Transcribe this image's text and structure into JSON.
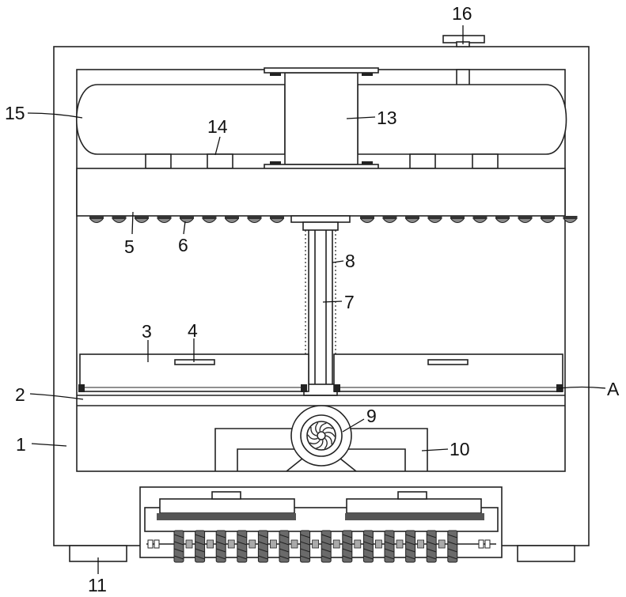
{
  "labels": {
    "l1": "1",
    "l2": "2",
    "l3": "3",
    "l4": "4",
    "l5": "5",
    "l6": "6",
    "l7": "7",
    "l8": "8",
    "l9": "9",
    "l10": "10",
    "l11": "11",
    "l13": "13",
    "l14": "14",
    "l15": "15",
    "l16": "16",
    "lA": "A"
  }
}
